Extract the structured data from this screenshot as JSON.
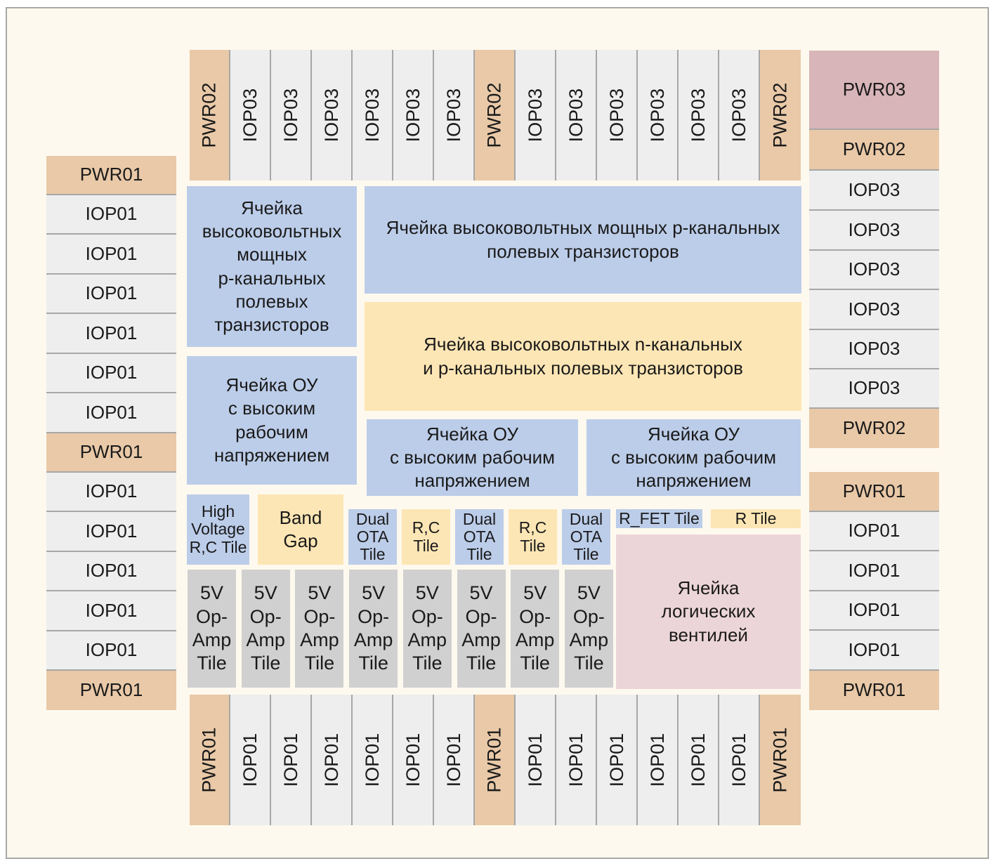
{
  "pads": {
    "top": [
      "PWR02",
      "IOP03",
      "IOP03",
      "IOP03",
      "IOP03",
      "IOP03",
      "IOP03",
      "PWR02",
      "IOP03",
      "IOP03",
      "IOP03",
      "IOP03",
      "IOP03",
      "IOP03",
      "PWR02"
    ],
    "bottom": [
      "PWR01",
      "IOP01",
      "IOP01",
      "IOP01",
      "IOP01",
      "IOP01",
      "IOP01",
      "PWR01",
      "IOP01",
      "IOP01",
      "IOP01",
      "IOP01",
      "IOP01",
      "IOP01",
      "PWR01"
    ],
    "left": [
      "PWR01",
      "IOP01",
      "IOP01",
      "IOP01",
      "IOP01",
      "IOP01",
      "IOP01",
      "PWR01",
      "IOP01",
      "IOP01",
      "IOP01",
      "IOP01",
      "IOP01",
      "PWR01"
    ],
    "right_upper": [
      "PWR03",
      "PWR02",
      "IOP03",
      "IOP03",
      "IOP03",
      "IOP03",
      "IOP03",
      "IOP03",
      "PWR02"
    ],
    "right_lower": [
      "PWR01",
      "IOP01",
      "IOP01",
      "IOP01",
      "IOP01",
      "PWR01"
    ]
  },
  "core": {
    "hv_p_cell_left": "Ячейка\nвысоковольтных\nмощных\nр-канальных\nполевых\nтранзисторов",
    "hv_p_cell_top": "Ячейка высоковольтных мощных р-канальных\nполевых транзисторов",
    "hv_np_cell": "Ячейка высоковольтных n-канальных\nи р-канальных полевых транзисторов",
    "hv_opamp_left": "Ячейка ОУ\nс высоким\nрабочим\nнапряжением",
    "hv_opamp_mid": "Ячейка ОУ\nс высоким рабочим\nнапряжением",
    "hv_opamp_right": "Ячейка ОУ\nс высоким рабочим\nнапряжением",
    "hv_rc_tile": "High\nVoltage\nR,C Tile",
    "band_gap": "Band\nGap",
    "dual_ota_1": "Dual\nOTA\nTile",
    "rc_tile_1": "R,C\nTile",
    "dual_ota_2": "Dual\nOTA\nTile",
    "rc_tile_2": "R,C\nTile",
    "dual_ota_3": "Dual\nOTA\nTile",
    "rfet_tile": "R_FET Tile",
    "r_tile": "R Tile",
    "logic_cell": "Ячейка\nлогических\nвентилей",
    "opamp_tiles": [
      "5V\nOp-\nAmp\nTile",
      "5V\nOp-\nAmp\nTile",
      "5V\nOp-\nAmp\nTile",
      "5V\nOp-\nAmp\nTile",
      "5V\nOp-\nAmp\nTile",
      "5V\nOp-\nAmp\nTile",
      "5V\nOp-\nAmp\nTile",
      "5V\nOp-\nAmp\nTile"
    ]
  }
}
